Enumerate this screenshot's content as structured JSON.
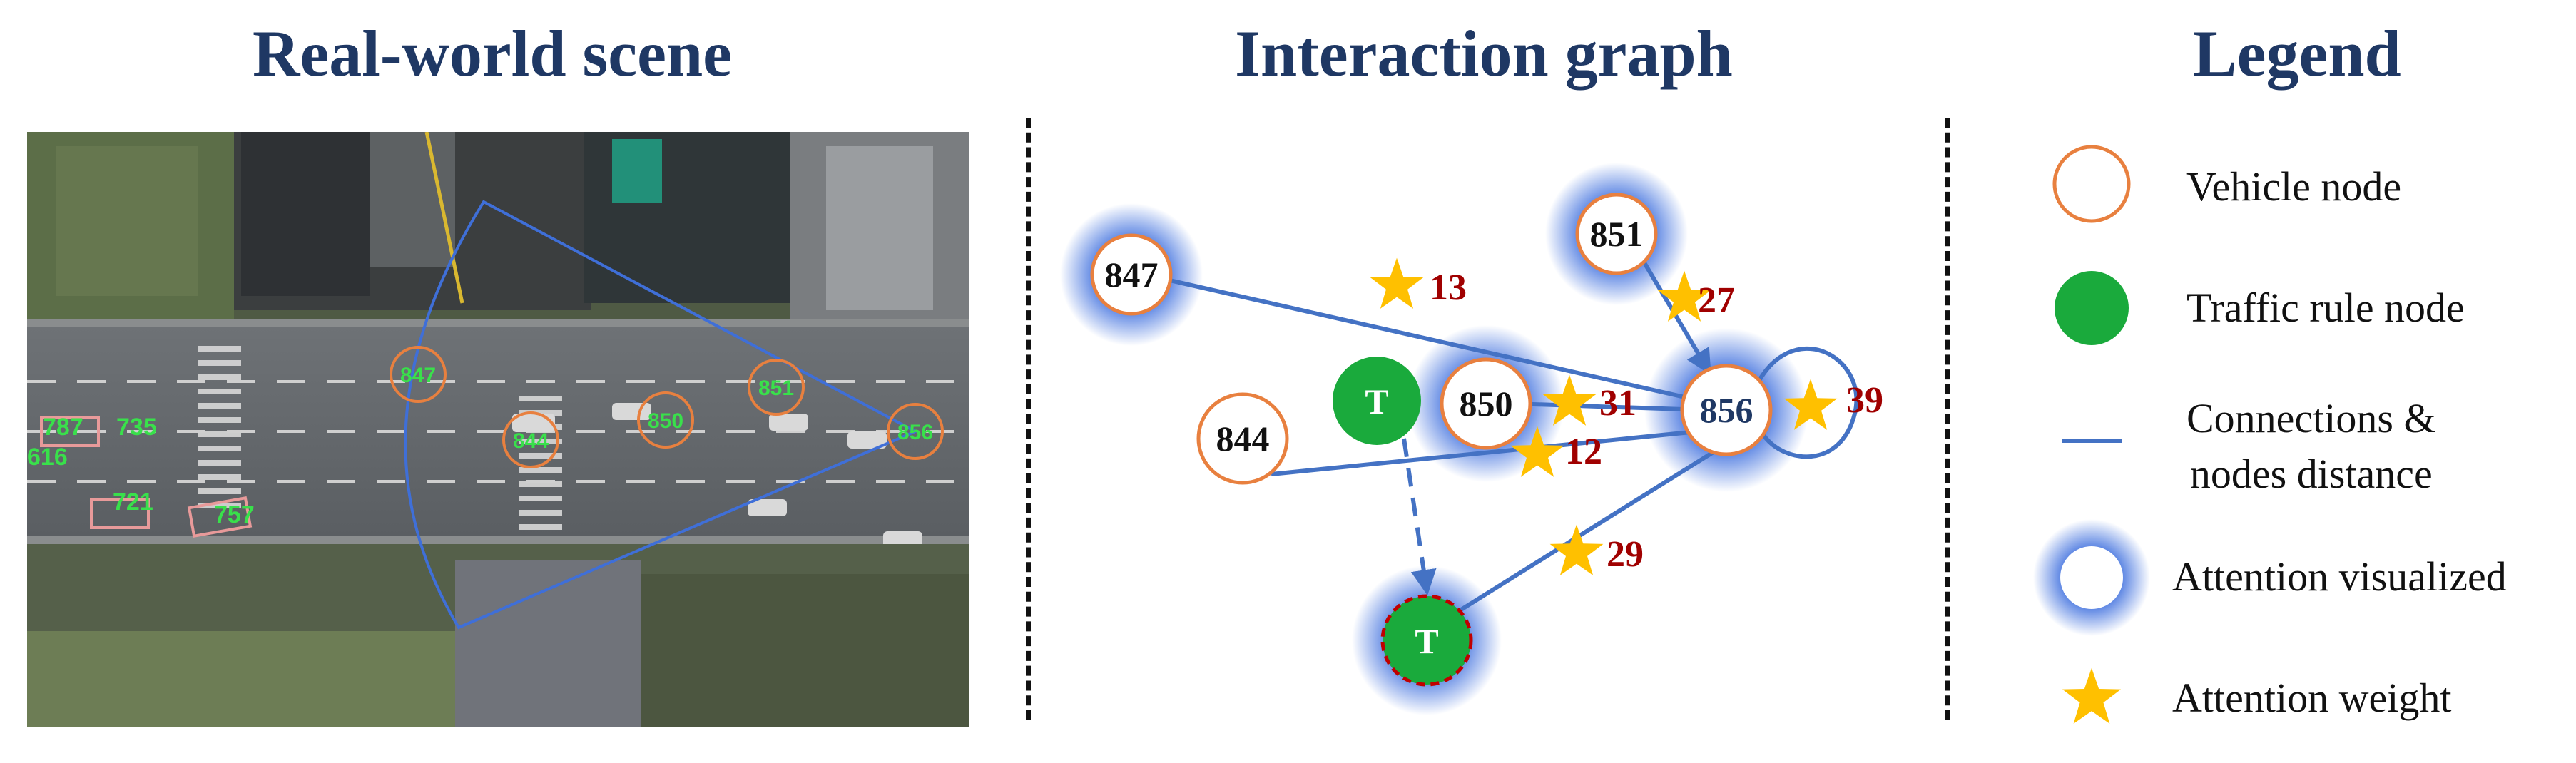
{
  "titles": {
    "scene": "Real-world scene",
    "graph": "Interaction graph",
    "legend": "Legend"
  },
  "scene": {
    "vehicles": [
      "847",
      "844",
      "850",
      "851",
      "856"
    ],
    "background_ids": [
      "787",
      "735",
      "616",
      "721",
      "757"
    ]
  },
  "graph": {
    "vehicle_nodes": {
      "n847": "847",
      "n851": "851",
      "n844": "844",
      "n850": "850",
      "n856": "856"
    },
    "rule_nodes": {
      "t1": "T",
      "t2": "T"
    },
    "weights": {
      "w13": "13",
      "w27": "27",
      "w31": "31",
      "w39": "39",
      "w12": "12",
      "w29": "29"
    }
  },
  "legend": {
    "vehicle_node": "Vehicle node",
    "traffic_rule_node": "Traffic rule node",
    "connections_line1": "Connections &",
    "connections_line2": "nodes distance",
    "attention_visualized": "Attention visualized",
    "attention_weight": "Attention weight"
  },
  "colors": {
    "title": "#1f3864",
    "vehicle_stroke": "#e8803f",
    "rule_fill": "#1aaa3c",
    "edge": "#4472c4",
    "glow": "#4a78e0",
    "star": "#ffc000",
    "weight_text": "#a00000"
  }
}
